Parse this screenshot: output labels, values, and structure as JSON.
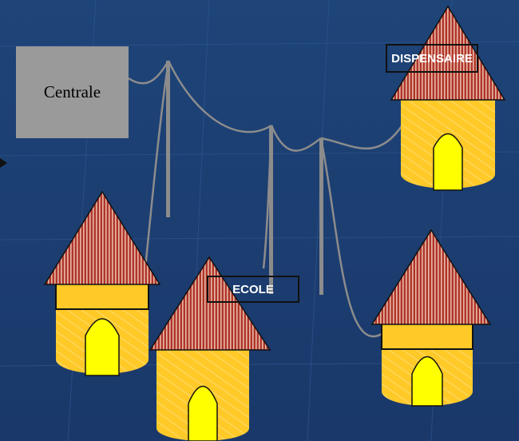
{
  "diagram": {
    "centrale_label": "Centrale",
    "dispensaire_label": "DISPENSAIRE",
    "ecole_label": "ECOLE"
  },
  "colors": {
    "background": "#1c3f73",
    "roof": "#b0342a",
    "roof_stripe": "#e6b9a6",
    "wall": "#ffc928",
    "door": "#ffff00",
    "cable": "#8c8c8c",
    "centrale": "#9a9a9a"
  },
  "icons": [
    "house-icon",
    "utility-pole-icon",
    "power-plant-icon"
  ]
}
